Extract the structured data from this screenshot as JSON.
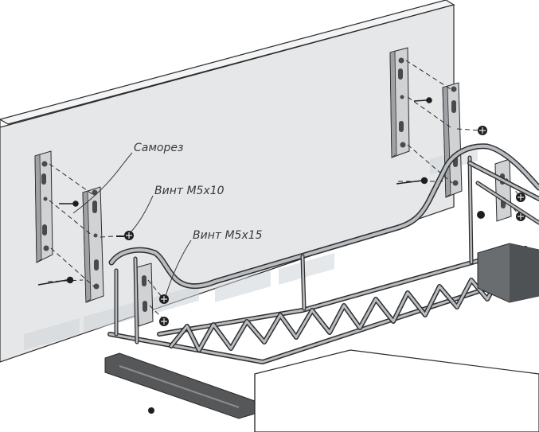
{
  "labels": {
    "self_tapping_screw": "Саморез",
    "screw_m5x10": "Винт М5х10",
    "screw_m5x15": "Винт М5х15"
  },
  "colors": {
    "panel": "#e6e7e9",
    "panel_edge": "#2b2b2b",
    "wire": "#b9bdc1",
    "wire_outline": "#2f2f2f",
    "bracket": "#d0d2d4",
    "hole": "#4a4a4a",
    "screw": "#1f1f1f",
    "cabinet": "#ffffff",
    "runner_dark": "#555759",
    "watermark": "#cfd5da"
  },
  "icons": [
    "screw-icon",
    "bracket-icon",
    "wire-basket"
  ]
}
